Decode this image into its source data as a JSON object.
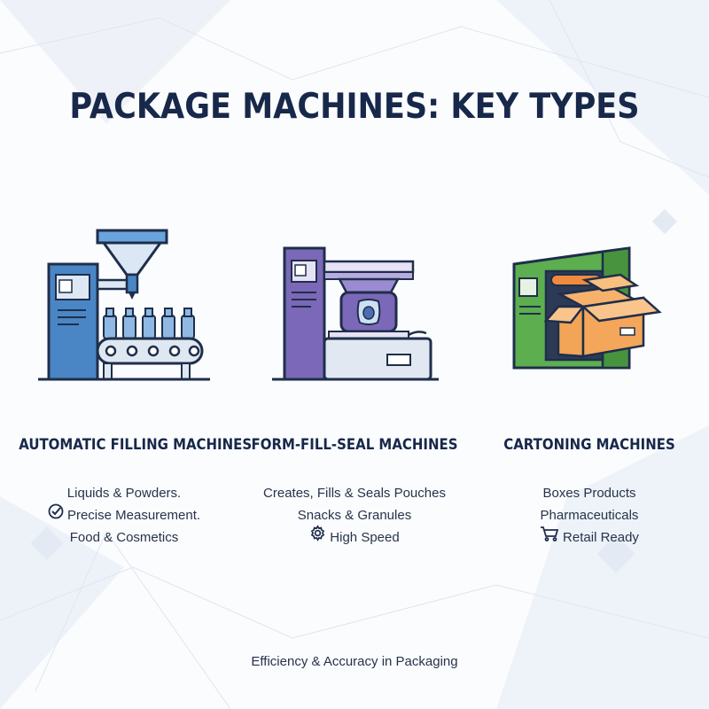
{
  "title": "PACKAGE MACHINES: KEY TYPES",
  "machines": [
    {
      "heading": "AUTOMATIC FILLING MACHINES",
      "illustration": "filling-machine-illustration",
      "accent": "#4a86c5",
      "points": [
        "Liquids & Powders.",
        "Precise Measurement.",
        "Food & Cosmetics"
      ],
      "point_icons": [
        "",
        "check-circle-icon",
        ""
      ]
    },
    {
      "heading": "FORM-FILL-SEAL MACHINES",
      "illustration": "form-fill-seal-machine-illustration",
      "accent": "#7b68b8",
      "points": [
        "Creates, Fills & Seals Pouches",
        "Snacks & Granules",
        "High Speed"
      ],
      "point_icons": [
        "",
        "",
        "gear-icon"
      ]
    },
    {
      "heading": "CARTONING MACHINES",
      "illustration": "cartoning-machine-illustration",
      "accent": "#5cae4f",
      "points": [
        "Boxes Products",
        "Pharmaceuticals",
        "Retail Ready"
      ],
      "point_icons": [
        "",
        "",
        "cart-icon"
      ]
    }
  ],
  "footer": "Efficiency & Accuracy in Packaging"
}
